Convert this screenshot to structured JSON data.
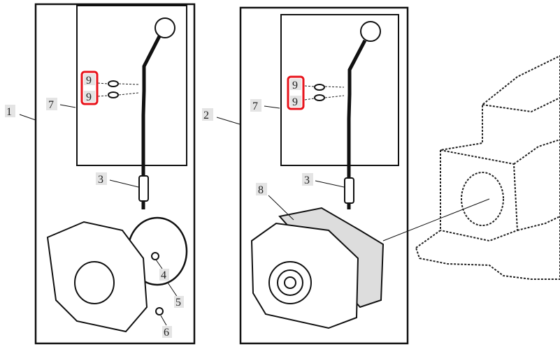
{
  "diagram": {
    "highlight_color": "#e8141c",
    "left_assembly": {
      "callouts": {
        "assembly": "1",
        "dipstick_kit": "7",
        "seal_upper": "9",
        "seal_lower": "9",
        "tube": "3",
        "plug": "4",
        "o_ring": "5",
        "clip": "6"
      }
    },
    "right_assembly": {
      "callouts": {
        "assembly": "2",
        "dipstick_kit": "7",
        "seal_upper": "9",
        "seal_lower": "9",
        "tube": "3",
        "gasket": "8"
      }
    }
  }
}
